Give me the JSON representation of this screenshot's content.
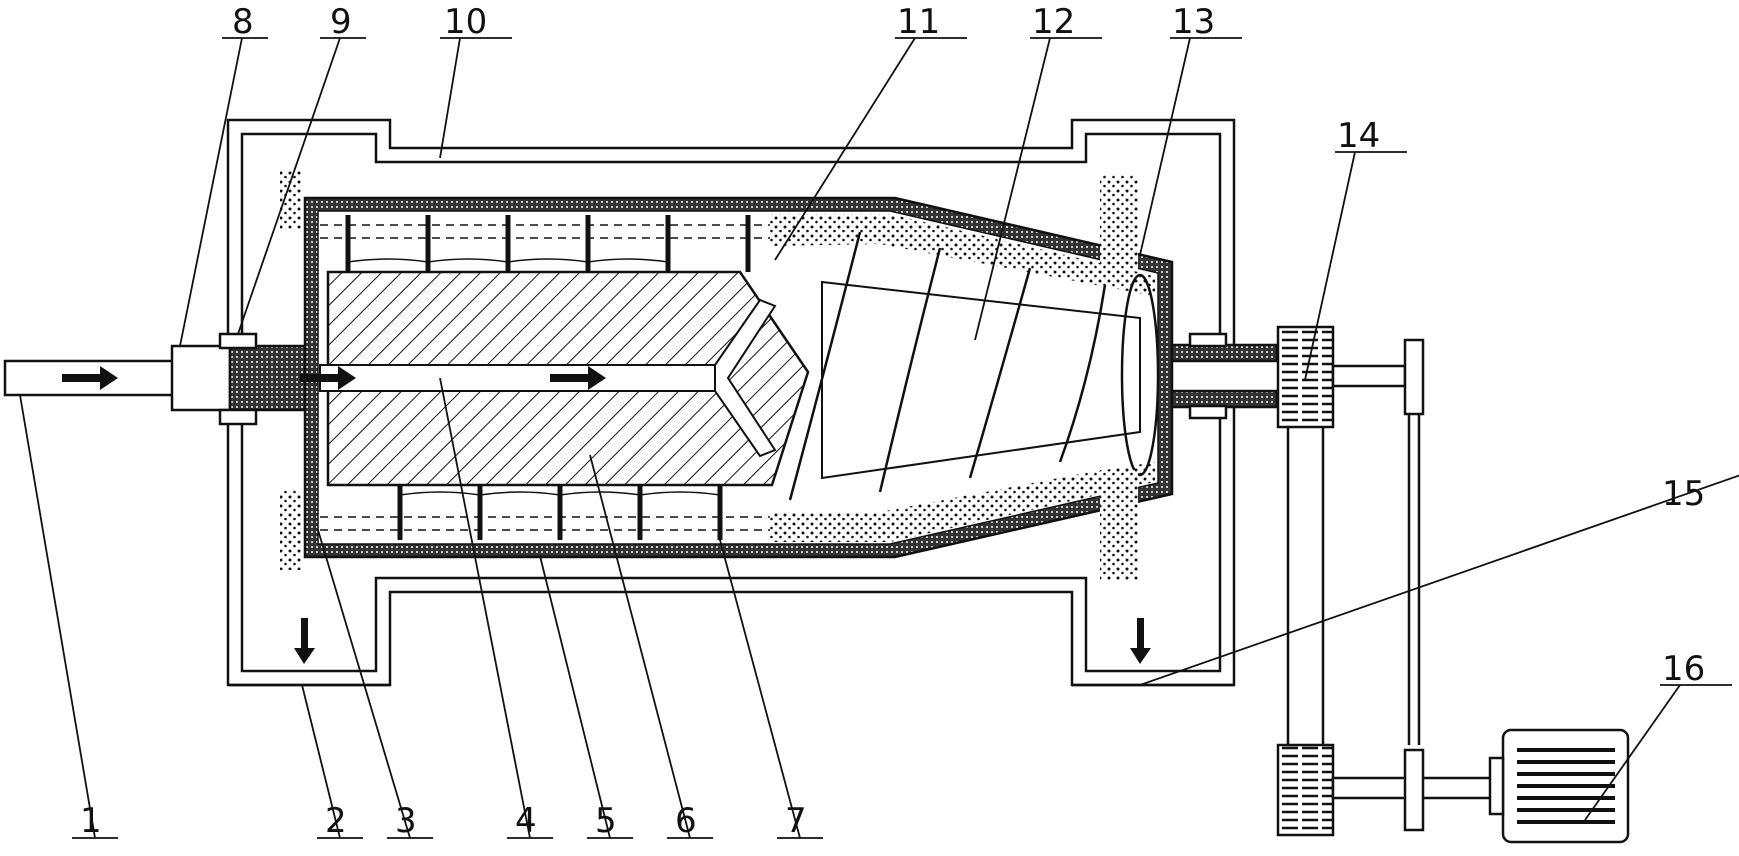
{
  "labels": {
    "l1": "1",
    "l2": "2",
    "l3": "3",
    "l4": "4",
    "l5": "5",
    "l6": "6",
    "l7": "7",
    "l8": "8",
    "l9": "9",
    "l10": "10",
    "l11": "11",
    "l12": "12",
    "l13": "13",
    "l14": "14",
    "l15": "15",
    "l16": "16"
  },
  "colors": {
    "line": "#111111",
    "background": "#ffffff"
  }
}
